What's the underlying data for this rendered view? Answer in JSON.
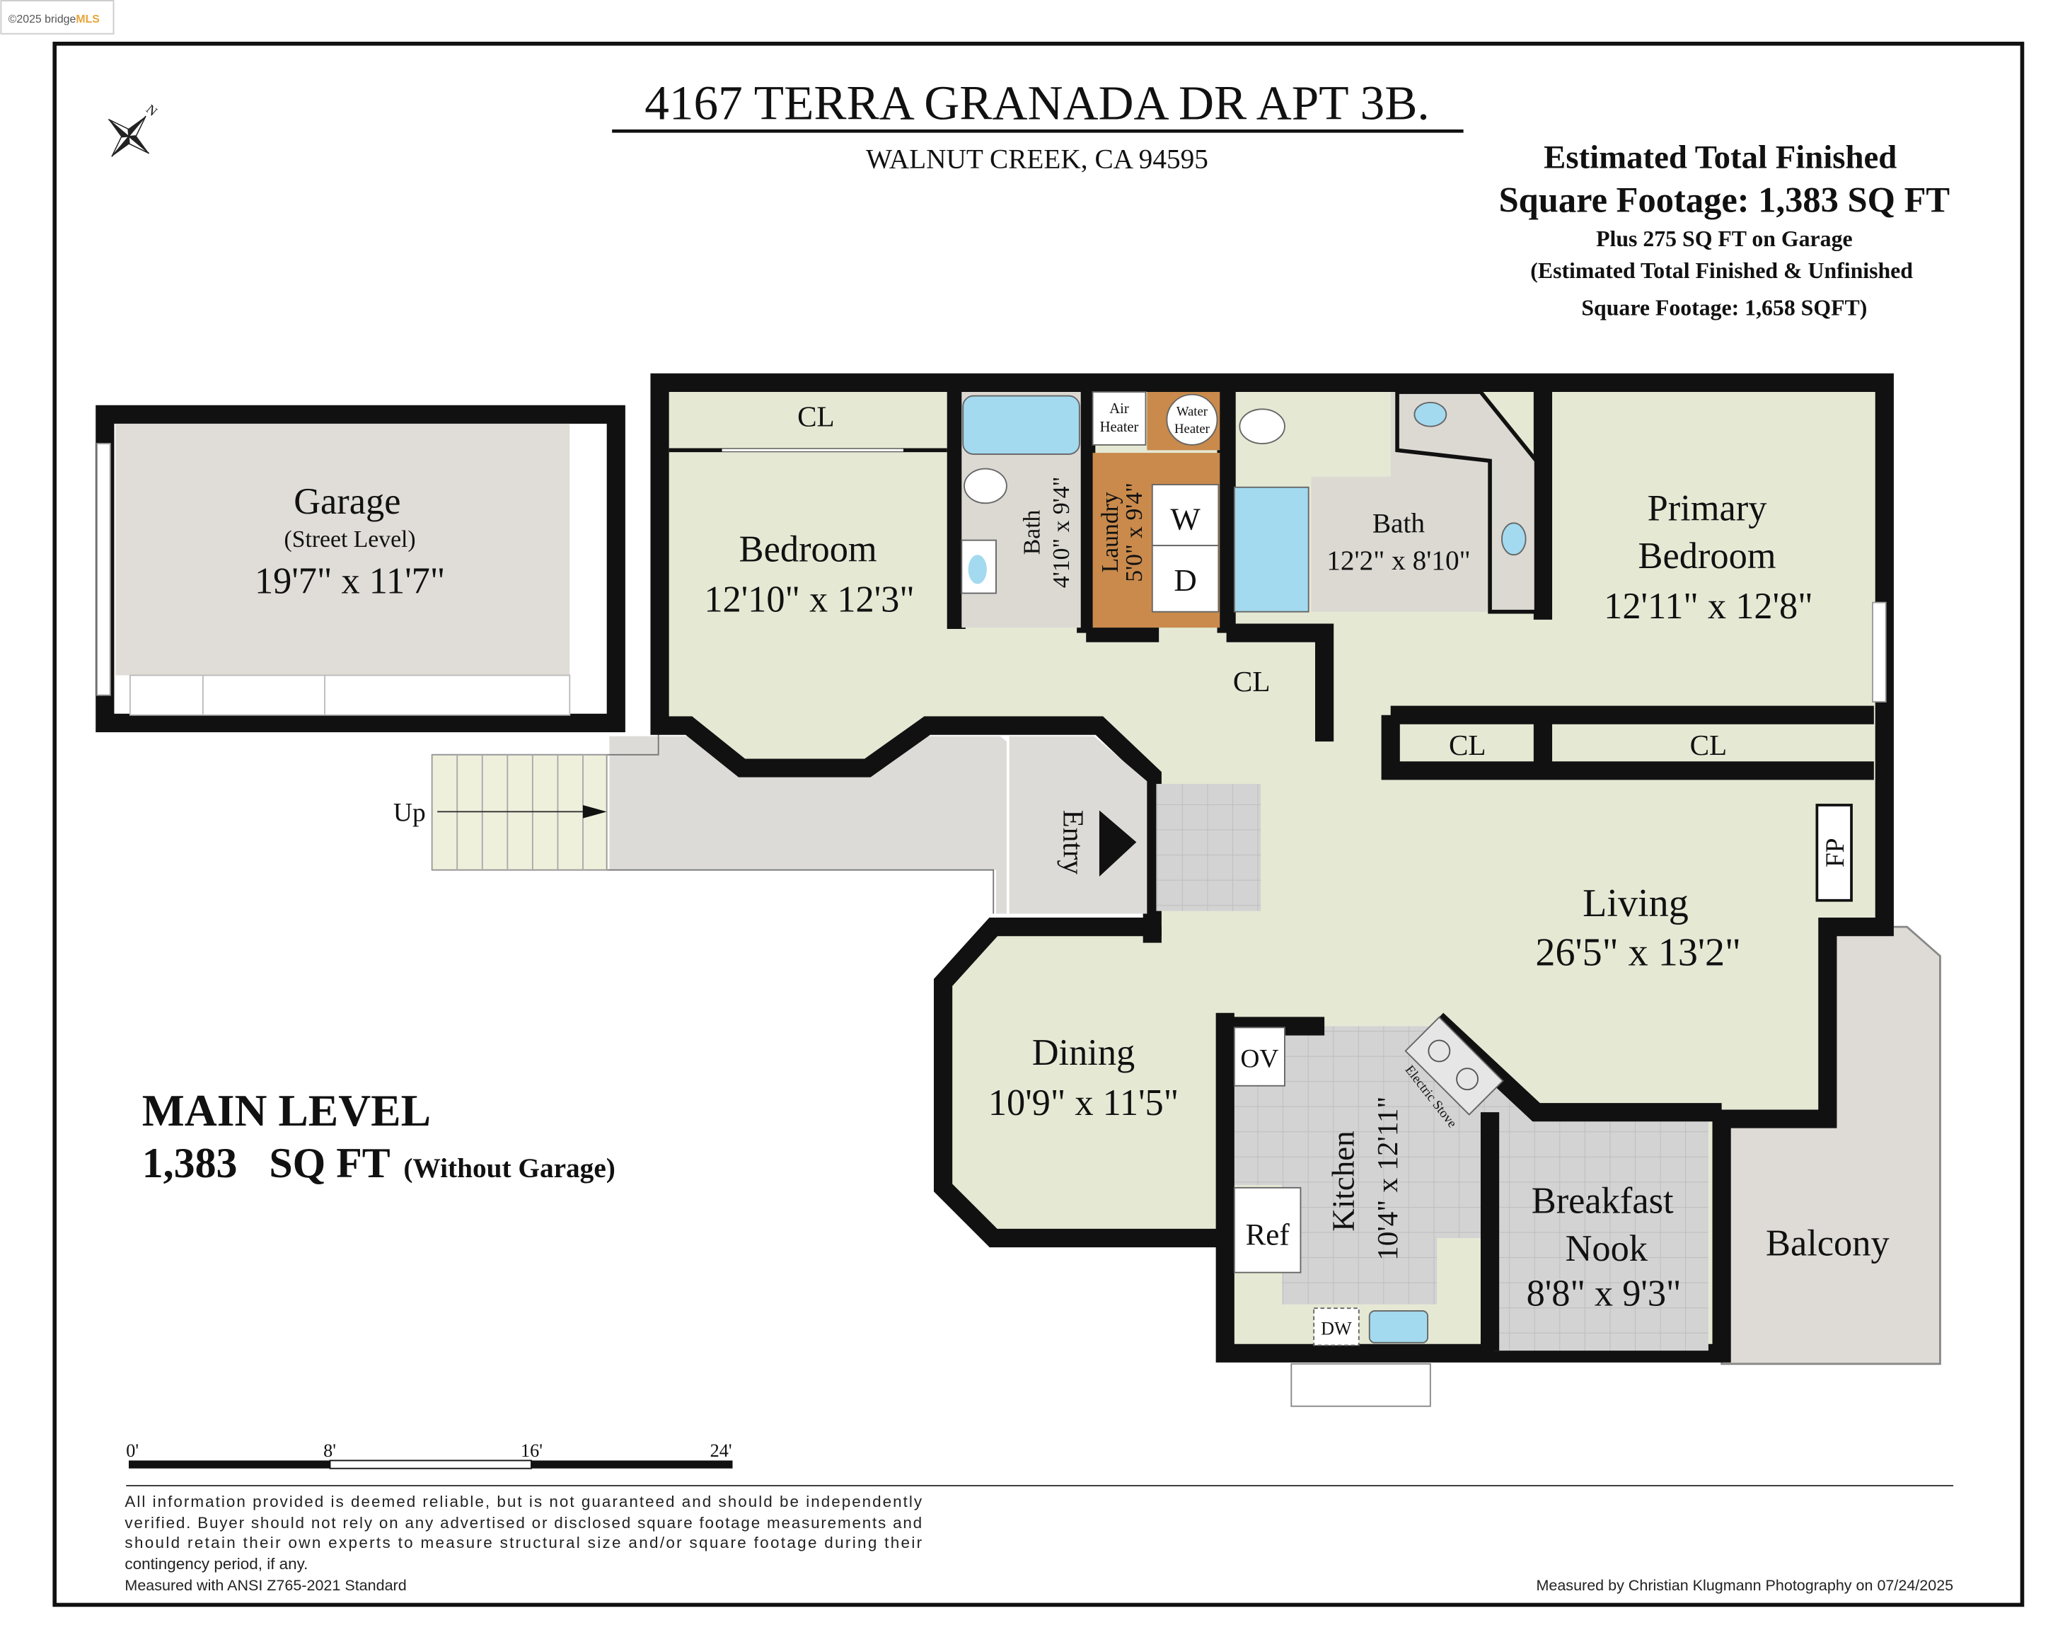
{
  "logo": {
    "text": "©2025 bridge",
    "brand": "MLS",
    "brand_color": "#e8a63a"
  },
  "header": {
    "title": "4167 TERRA GRANADA DR APT 3B.",
    "subtitle": "WALNUT CREEK, CA 94595",
    "compass_label": "N"
  },
  "summary": {
    "line1": "Estimated Total Finished",
    "line2": "Square Footage: 1,383 SQ FT",
    "line3": "Plus 275 SQ FT on Garage",
    "line4": "(Estimated Total Finished & Unfinished",
    "line5": "Square Footage: 1,658 SQFT)"
  },
  "rooms": {
    "garage": {
      "name": "Garage",
      "note": "(Street Level)",
      "size": "19'7\" x 11'7\""
    },
    "bedroom": {
      "name": "Bedroom",
      "size": "12'10\" x 12'3\""
    },
    "bedroom_closet": "CL",
    "bath1": {
      "name": "Bath",
      "size": "4'10\" x 9'4\""
    },
    "laundry": {
      "name": "Laundry",
      "size": "5'0\" x 9'4\""
    },
    "washer": "W",
    "dryer": "D",
    "air_heater": [
      "Air",
      "Heater"
    ],
    "water_heater": [
      "Water",
      "Heater"
    ],
    "bath2": {
      "name": "Bath",
      "size": "12'2\" x 8'10\""
    },
    "primary": {
      "name1": "Primary",
      "name2": "Bedroom",
      "size": "12'11\" x 12'8\""
    },
    "hall_closet": "CL",
    "primary_closet1": "CL",
    "primary_closet2": "CL",
    "stairs": "Up",
    "entry": "Entry",
    "fireplace": "FP",
    "living": {
      "name": "Living",
      "size": "26'5\" x 13'2\""
    },
    "dining": {
      "name": "Dining",
      "size": "10'9\" x 11'5\""
    },
    "oven": "OV",
    "stove": "Electric Stove",
    "kitchen": {
      "name": "Kitchen",
      "size": "10'4\" x 12'11\""
    },
    "ref": "Ref",
    "dw": "DW",
    "nook": {
      "name1": "Breakfast",
      "name2": "Nook",
      "size": "8'8\" x 9'3\""
    },
    "balcony": "Balcony"
  },
  "level": {
    "name": "MAIN LEVEL",
    "sqft": "1,383   SQ FT",
    "note": "(Without Garage)"
  },
  "scale_bar": {
    "labels": [
      "0'",
      "8'",
      "16'",
      "24'"
    ]
  },
  "footer": {
    "disclaimer": [
      "All information provided is deemed reliable, but is not guaranteed and should be independently",
      "verified. Buyer should not rely on any advertised or disclosed square footage measurements and",
      "should retain their own experts to measure structural size and/or square footage during their",
      "contingency period, if any."
    ],
    "standard": "Measured with ANSI Z765-2021 Standard",
    "credit": "Measured by Christian Klugmann Photography on 07/24/2025"
  },
  "colors": {
    "room_fill": "#e5e9d4",
    "bath_fill": "#dcd9d3",
    "laundry_fill": "#c98a4c",
    "fixture_blue": "#a3daef",
    "tile": "#d3d3d3",
    "balcony_fill": "#dedbd6",
    "wall": "#111111"
  }
}
